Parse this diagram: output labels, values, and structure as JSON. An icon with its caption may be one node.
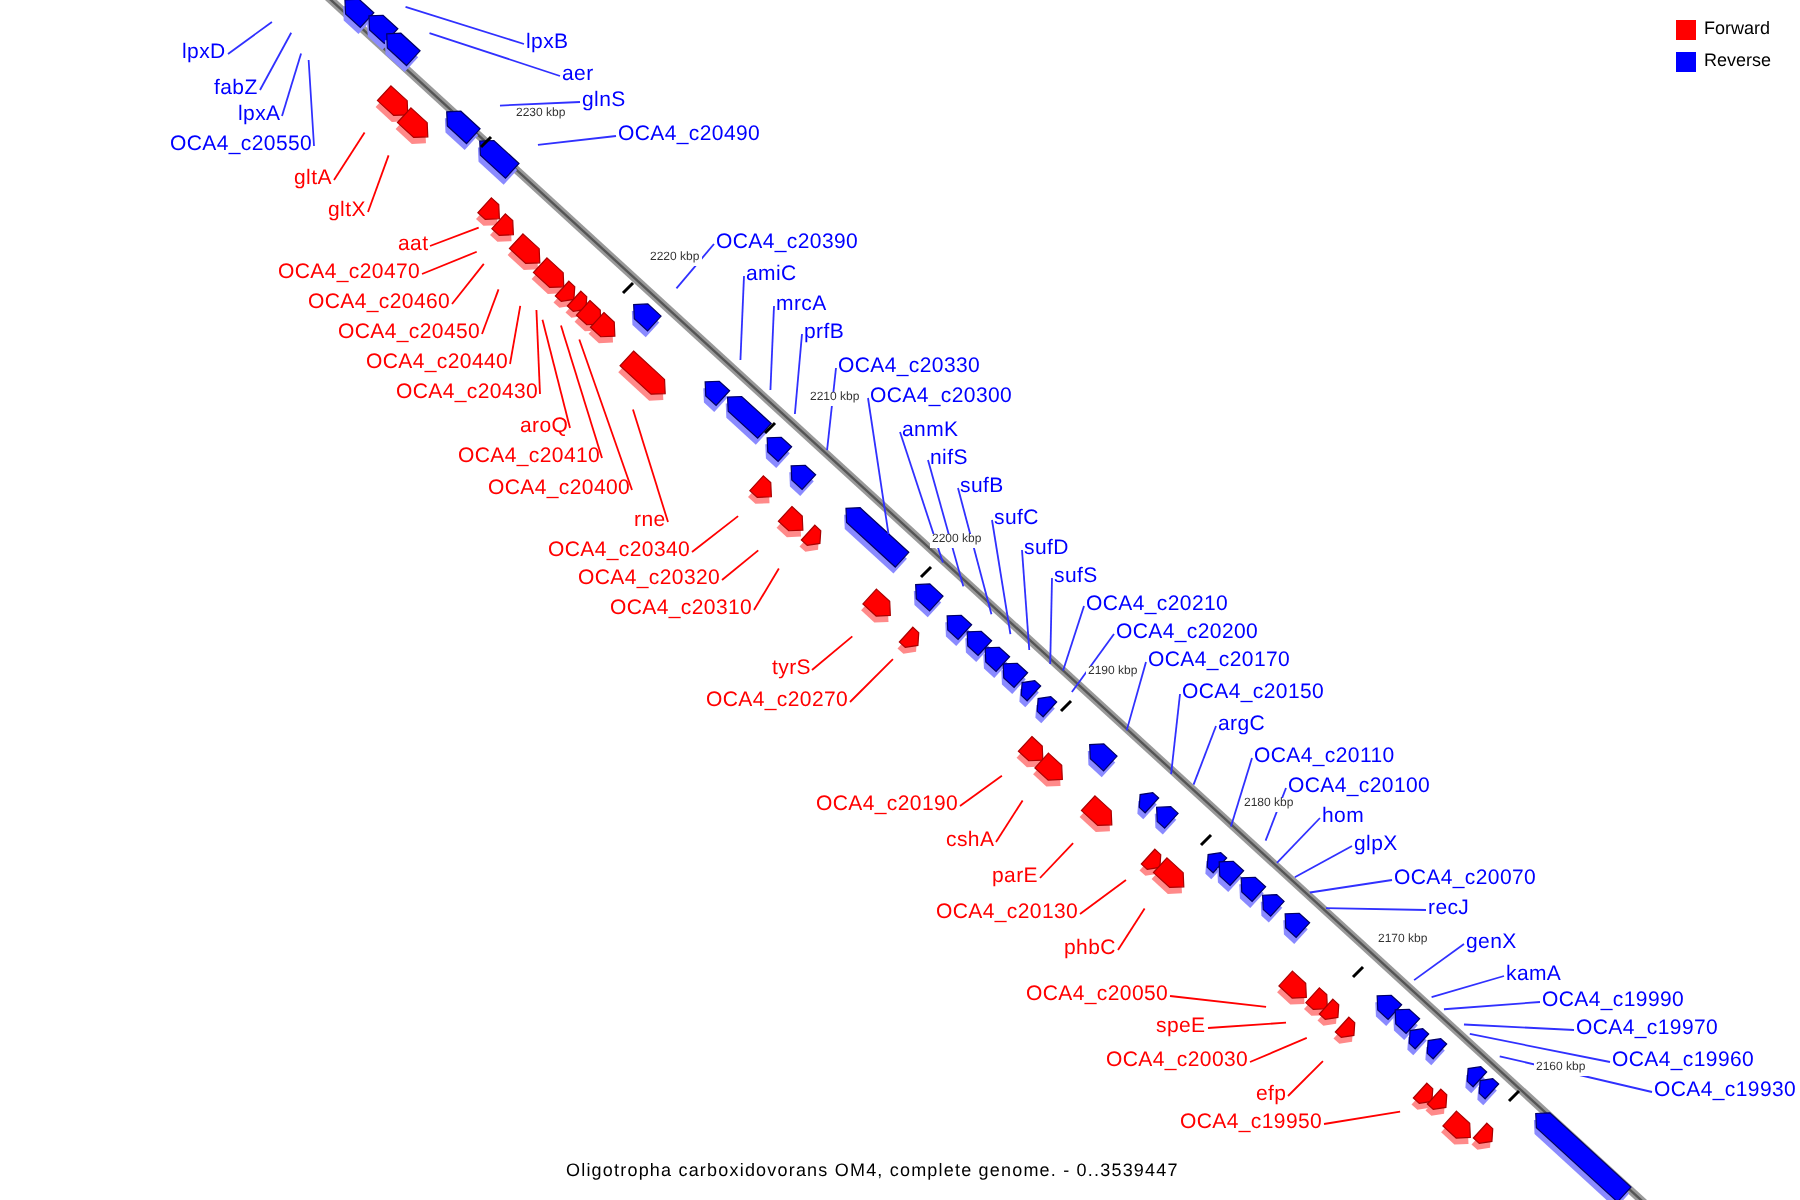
{
  "diagram": {
    "caption": "Oligotropha carboxidovorans OM4, complete genome. - 0..3539447",
    "nodes": [
      {
        "text": [
          "lpxD"
        ]
      },
      {
        "text": [
          "fabZ"
        ]
      },
      {
        "text": [
          "lpxA"
        ]
      },
      {
        "text": [
          "OCA4_c20550"
        ]
      },
      {
        "text": [
          "lpxB"
        ]
      },
      {
        "text": [
          "aer"
        ]
      },
      {
        "text": [
          "glnS"
        ]
      },
      {
        "text": [
          "OCA4_c20490"
        ]
      },
      {
        "text": [
          "OCA4_c20390"
        ]
      },
      {
        "text": [
          "amiC"
        ]
      },
      {
        "text": [
          "mrcA"
        ]
      },
      {
        "text": [
          "prfB"
        ]
      },
      {
        "text": [
          "OCA4_c20330"
        ]
      },
      {
        "text": [
          "OCA4_c20300"
        ]
      },
      {
        "text": [
          "anmK"
        ]
      },
      {
        "text": [
          "nifS"
        ]
      },
      {
        "text": [
          "sufB"
        ]
      },
      {
        "text": [
          "sufC"
        ]
      },
      {
        "text": [
          "sufD"
        ]
      },
      {
        "text": [
          "sufS"
        ]
      },
      {
        "text": [
          "OCA4_c20210"
        ]
      },
      {
        "text": [
          "OCA4_c20200"
        ]
      },
      {
        "text": [
          "OCA4_c20170"
        ]
      },
      {
        "text": [
          "OCA4_c20150"
        ]
      },
      {
        "text": [
          "argC"
        ]
      },
      {
        "text": [
          "OCA4_c20110"
        ]
      },
      {
        "text": [
          "OCA4_c20100"
        ]
      },
      {
        "text": [
          "hom"
        ]
      },
      {
        "text": [
          "glpX"
        ]
      },
      {
        "text": [
          "OCA4_c20070"
        ]
      },
      {
        "text": [
          "recJ"
        ]
      },
      {
        "text": [
          "genX"
        ]
      },
      {
        "text": [
          "kamA"
        ]
      },
      {
        "text": [
          "OCA4_c19990"
        ]
      },
      {
        "text": [
          "OCA4_c19970"
        ]
      },
      {
        "text": [
          "OCA4_c19960"
        ]
      },
      {
        "text": [
          "OCA4_c19930"
        ]
      },
      {
        "text": [
          "gltA"
        ]
      },
      {
        "text": [
          "gltX"
        ]
      },
      {
        "text": [
          "aat"
        ]
      },
      {
        "text": [
          "OCA4_c20470"
        ]
      },
      {
        "text": [
          "OCA4_c20460"
        ]
      },
      {
        "text": [
          "OCA4_c20450"
        ]
      },
      {
        "text": [
          "OCA4_c20440"
        ]
      },
      {
        "text": [
          "OCA4_c20430"
        ]
      },
      {
        "text": [
          "aroQ"
        ]
      },
      {
        "text": [
          "OCA4_c20410"
        ]
      },
      {
        "text": [
          "OCA4_c20400"
        ]
      },
      {
        "text": [
          "rne"
        ]
      },
      {
        "text": [
          "OCA4_c20340"
        ]
      },
      {
        "text": [
          "OCA4_c20320"
        ]
      },
      {
        "text": [
          "OCA4_c20310"
        ]
      },
      {
        "text": [
          "tyrS"
        ]
      },
      {
        "text": [
          "OCA4_c20270"
        ]
      },
      {
        "text": [
          "OCA4_c20190"
        ]
      },
      {
        "text": [
          "cshA"
        ]
      },
      {
        "text": [
          "parE"
        ]
      },
      {
        "text": [
          "OCA4_c20130"
        ]
      },
      {
        "text": [
          "phbC"
        ]
      },
      {
        "text": [
          "OCA4_c20050"
        ]
      },
      {
        "text": [
          "speE"
        ]
      },
      {
        "text": [
          "OCA4_c20030"
        ]
      },
      {
        "text": [
          "efp"
        ]
      },
      {
        "text": [
          "OCA4_c19950"
        ]
      }
    ],
    "edges": [
      {
        "from": 0,
        "to": null,
        "arrow": "none"
      },
      {
        "from": 1,
        "to": null,
        "arrow": "none"
      },
      {
        "from": 2,
        "to": null,
        "arrow": "none"
      },
      {
        "from": 3,
        "to": null,
        "arrow": "none"
      },
      {
        "from": 4,
        "to": null,
        "arrow": "none"
      },
      {
        "from": 5,
        "to": null,
        "arrow": "none"
      },
      {
        "from": 6,
        "to": null,
        "arrow": "none"
      },
      {
        "from": 7,
        "to": null,
        "arrow": "none"
      },
      {
        "from": 8,
        "to": null,
        "arrow": "none"
      },
      {
        "from": 9,
        "to": null,
        "arrow": "none"
      },
      {
        "from": 10,
        "to": null,
        "arrow": "none"
      },
      {
        "from": 11,
        "to": null,
        "arrow": "none"
      },
      {
        "from": 12,
        "to": null,
        "arrow": "none"
      },
      {
        "from": 13,
        "to": null,
        "arrow": "none"
      },
      {
        "from": 14,
        "to": null,
        "arrow": "none"
      },
      {
        "from": 15,
        "to": null,
        "arrow": "none"
      },
      {
        "from": 16,
        "to": null,
        "arrow": "none"
      },
      {
        "from": 17,
        "to": null,
        "arrow": "none"
      },
      {
        "from": 18,
        "to": null,
        "arrow": "none"
      },
      {
        "from": 19,
        "to": null,
        "arrow": "none"
      },
      {
        "from": 20,
        "to": null,
        "arrow": "none"
      },
      {
        "from": 21,
        "to": null,
        "arrow": "none"
      },
      {
        "from": 22,
        "to": null,
        "arrow": "none"
      },
      {
        "from": 23,
        "to": null,
        "arrow": "none"
      },
      {
        "from": 24,
        "to": null,
        "arrow": "none"
      },
      {
        "from": 25,
        "to": null,
        "arrow": "none"
      },
      {
        "from": 26,
        "to": null,
        "arrow": "none"
      },
      {
        "from": 27,
        "to": null,
        "arrow": "none"
      },
      {
        "from": 28,
        "to": null,
        "arrow": "none"
      },
      {
        "from": 29,
        "to": null,
        "arrow": "none"
      },
      {
        "from": 30,
        "to": null,
        "arrow": "none"
      },
      {
        "from": 31,
        "to": null,
        "arrow": "none"
      },
      {
        "from": 32,
        "to": null,
        "arrow": "none"
      },
      {
        "from": 33,
        "to": null,
        "arrow": "none"
      },
      {
        "from": 34,
        "to": null,
        "arrow": "none"
      },
      {
        "from": 35,
        "to": null,
        "arrow": "none"
      },
      {
        "from": 36,
        "to": null,
        "arrow": "none"
      },
      {
        "from": 37,
        "to": null,
        "arrow": "none",
        "color": "#ff0000"
      },
      {
        "from": 38,
        "to": null,
        "arrow": "none",
        "color": "#ff0000"
      },
      {
        "from": 39,
        "to": null,
        "arrow": "none",
        "color": "#ff0000"
      },
      {
        "from": 40,
        "to": null,
        "arrow": "none",
        "color": "#ff0000"
      },
      {
        "from": 41,
        "to": null,
        "arrow": "none",
        "color": "#ff0000"
      },
      {
        "from": 42,
        "to": null,
        "arrow": "none",
        "color": "#ff0000"
      },
      {
        "from": 43,
        "to": null,
        "arrow": "none",
        "color": "#ff0000"
      },
      {
        "from": 44,
        "to": null,
        "arrow": "none",
        "color": "#ff0000"
      },
      {
        "from": 45,
        "to": null,
        "arrow": "none",
        "color": "#ff0000"
      },
      {
        "from": 46,
        "to": null,
        "arrow": "none",
        "color": "#ff0000"
      },
      {
        "from": 47,
        "to": null,
        "arrow": "none",
        "color": "#ff0000"
      },
      {
        "from": 48,
        "to": null,
        "arrow": "none",
        "color": "#ff0000"
      },
      {
        "from": 49,
        "to": null,
        "arrow": "none",
        "color": "#ff0000"
      },
      {
        "from": 50,
        "to": null,
        "arrow": "none",
        "color": "#ff0000"
      },
      {
        "from": 51,
        "to": null,
        "arrow": "none",
        "color": "#ff0000"
      },
      {
        "from": 52,
        "to": null,
        "arrow": "none",
        "color": "#ff0000"
      },
      {
        "from": 53,
        "to": null,
        "arrow": "none",
        "color": "#ff0000"
      },
      {
        "from": 54,
        "to": null,
        "arrow": "none",
        "color": "#ff0000"
      },
      {
        "from": 55,
        "to": null,
        "arrow": "none",
        "color": "#ff0000"
      },
      {
        "from": 56,
        "to": null,
        "arrow": "none",
        "color": "#ff0000"
      },
      {
        "from": 57,
        "to": null,
        "arrow": "none",
        "color": "#ff0000"
      },
      {
        "from": 58,
        "to": null,
        "arrow": "none",
        "color": "#ff0000"
      },
      {
        "from": 59,
        "to": null,
        "arrow": "none",
        "color": "#ff0000"
      },
      {
        "from": 60,
        "to": null,
        "arrow": "none",
        "color": "#ff0000"
      },
      {
        "from": 61,
        "to": null,
        "arrow": "none",
        "color": "#ff0000"
      },
      {
        "from": 62,
        "to": null,
        "arrow": "none",
        "color": "#ff0000"
      },
      {
        "from": 63,
        "to": null,
        "arrow": "none",
        "color": "#ff0000"
      }
    ],
    "labels": [
      "2230 kbp",
      "2220 kbp",
      "2210 kbp",
      "2200 kbp",
      "2190 kbp",
      "2180 kbp",
      "2170 kbp",
      "2160 kbp"
    ],
    "legend": [
      {
        "text": "Forward",
        "color": "#ff0000"
      },
      {
        "text": "Reverse",
        "color": "#0000ff"
      }
    ]
  }
}
